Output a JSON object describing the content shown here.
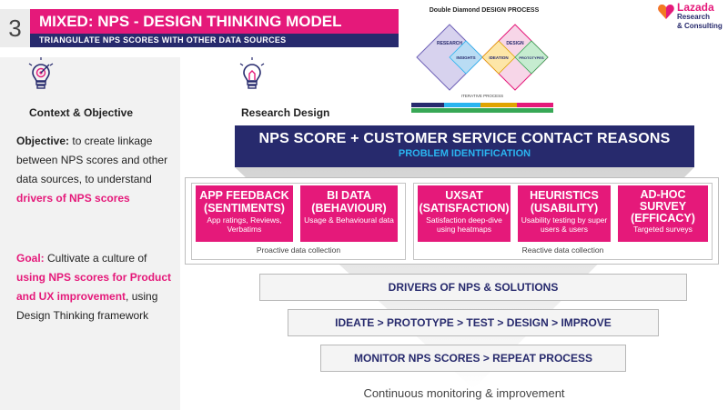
{
  "header": {
    "slide_number": "3",
    "title": "MIXED: NPS - DESIGN THINKING MODEL",
    "subtitle": "TRIANGULATE NPS SCORES WITH OTHER DATA SOURCES"
  },
  "logo": {
    "line1": "Lazada",
    "line2": "Research",
    "line3": "& Consulting",
    "brand_color": "#e5197a"
  },
  "left": {
    "context_heading": "Context & Objective",
    "objective_label": "Objective:",
    "objective_text": " to create linkage between NPS scores and other data sources, to understand ",
    "objective_highlight": "drivers of NPS scores",
    "goal_label": "Goal:",
    "goal_text": " Cultivate a culture of ",
    "goal_highlight": "using NPS scores for Product and UX improvement",
    "goal_text2": ", using Design Thinking framework"
  },
  "research_heading": "Research Design",
  "diamond": {
    "title": "Double Diamond DESIGN PROCESS",
    "labels": [
      "RESEARCH",
      "INSIGHTS",
      "DESIGN",
      "IDEATION",
      "PROTOTYPES",
      "ITERATIVE PROCESS"
    ]
  },
  "nps_box": {
    "title": "NPS SCORE + CUSTOMER SERVICE CONTACT REASONS",
    "subtitle": "PROBLEM IDENTIFICATION"
  },
  "sources": [
    {
      "title": "APP FEEDBACK\n(SENTIMENTS)",
      "line1": "APP FEEDBACK",
      "line2": "(SENTIMENTS)",
      "desc": "App ratings, Reviews, Verbatims"
    },
    {
      "title": "BI DATA (BEHAVIOUR)",
      "line1": "BI DATA",
      "line2": "(BEHAVIOUR)",
      "desc": "Usage & Behavioural data"
    },
    {
      "title": "UXSAT (SATISFACTION)",
      "line1": "UXSAT",
      "line2": "(SATISFACTION)",
      "desc": "Satisfaction deep-dive using heatmaps"
    },
    {
      "title": "HEURISTICS (USABILITY)",
      "line1": "HEURISTICS",
      "line2": "(USABILITY)",
      "desc": "Usability testing by super users & users"
    },
    {
      "title": "AD-HOC SURVEY (EFFICACY)",
      "line1": "AD-HOC",
      "line2": "SURVEY",
      "line3": "(EFFICACY)",
      "desc": "Targeted surveys"
    }
  ],
  "groups": {
    "proactive": "Proactive data collection",
    "reactive": "Reactive data collection"
  },
  "stages": [
    "DRIVERS OF NPS & SOLUTIONS",
    "IDEATE > PROTOTYPE > TEST > DESIGN > IMPROVE",
    "MONITOR NPS SCORES > REPEAT PROCESS"
  ],
  "footer": "Continuous monitoring & improvement"
}
